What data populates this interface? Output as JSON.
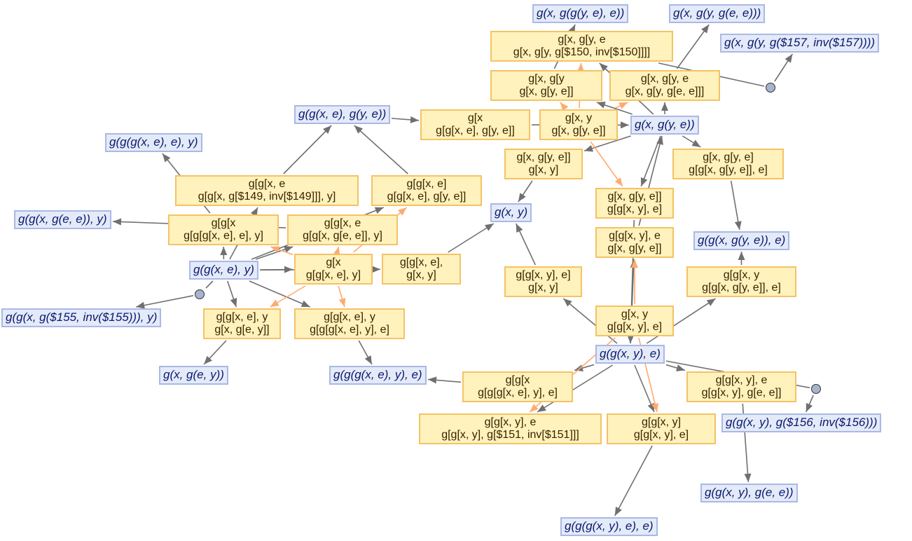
{
  "states": [
    "g(x, g(g(y, e), e))",
    "g(x, g(y, g(e, e)))",
    "g(x, g(y, g($157, inv($157))))",
    "g(g(g(x, e), e), y)",
    "g(g(x, e), g(y, e))",
    "g(x, g(y, e))",
    "g(g(x, g(e, e)), y)",
    "g(g(x, e), y)",
    "g(x, y)",
    "g(g(x, g(y, e)), e)",
    "g(g(x, g($155, inv($155))), y)",
    "g(x, g(e, y))",
    "g(g(g(x, e), y), e)",
    "g(g(x, y), e)",
    "g(g(x, y), g($156, inv($156)))",
    "g(g(x, y), g(e, e))",
    "g(g(g(x, y), e), e)"
  ],
  "events": [
    {
      "l1": "g[x, g[y",
      "l2": "g[x, g[y, e]]"
    },
    {
      "l1": "g[x, g[y, e",
      "l2": "g[x, g[y, g[$150, inv[$150]]]]"
    },
    {
      "l1": "g[x, g[y, e",
      "l2": "g[x, g[y, g[e, e]]]"
    },
    {
      "l1": "g[x",
      "l2": "g[g[x, e], g[y, e]]"
    },
    {
      "l1": "g[x, y",
      "l2": "g[x, g[y, e]]"
    },
    {
      "l1": "g[x, g[y, e]]",
      "l2": "g[x, y]"
    },
    {
      "l1": "g[x, g[y, e]",
      "l2": "g[g[x, g[y, e]], e]"
    },
    {
      "l1": "g[x, g[y, e]]",
      "l2": "g[g[x, y], e]"
    },
    {
      "l1": "g[g[x, y], e",
      "l2": "g[x, g[y, e]]"
    },
    {
      "l1": "g[g[x, y], e]",
      "l2": "g[x, y]"
    },
    {
      "l1": "g[g[x, y",
      "l2": "g[g[x, g[y, e]], e]"
    },
    {
      "l1": "g[x, y",
      "l2": "g[g[x, y], e]"
    },
    {
      "l1": "g[g[x",
      "l2": "g[g[g[x, e], y], e]"
    },
    {
      "l1": "g[g[x, y], e",
      "l2": "g[g[x, y], g[e, e]]"
    },
    {
      "l1": "g[g[x, y]",
      "l2": "g[g[x, y], e]"
    },
    {
      "l1": "g[g[x, y], e",
      "l2": "g[g[x, y], g[$151, inv[$151]]]"
    },
    {
      "l1": "g[g[x, e]",
      "l2": "g[g[x, e], g[y, e]]"
    },
    {
      "l1": "g[g[x",
      "l2": "g[g[g[x, e], e], y]"
    },
    {
      "l1": "g[g[x, e",
      "l2": "g[g[x, g[$149, inv[$149]]], y]"
    },
    {
      "l1": "g[g[x, e",
      "l2": "g[g[x, g[e, e]], y]"
    },
    {
      "l1": "g[x",
      "l2": "g[g[x, e], y]"
    },
    {
      "l1": "g[g[x, e],",
      "l2": "g[x, y]"
    },
    {
      "l1": "g[g[x, e], y",
      "l2": "g[x, g[e, y]]"
    },
    {
      "l1": "g[g[x, e], y",
      "l2": "g[g[g[x, e], y], e]"
    }
  ],
  "colors": {
    "state_edge": "#707070",
    "event_edge": "#ffaa70",
    "state_bg": "#e4eaf8",
    "event_bg": "#fff0b2"
  }
}
